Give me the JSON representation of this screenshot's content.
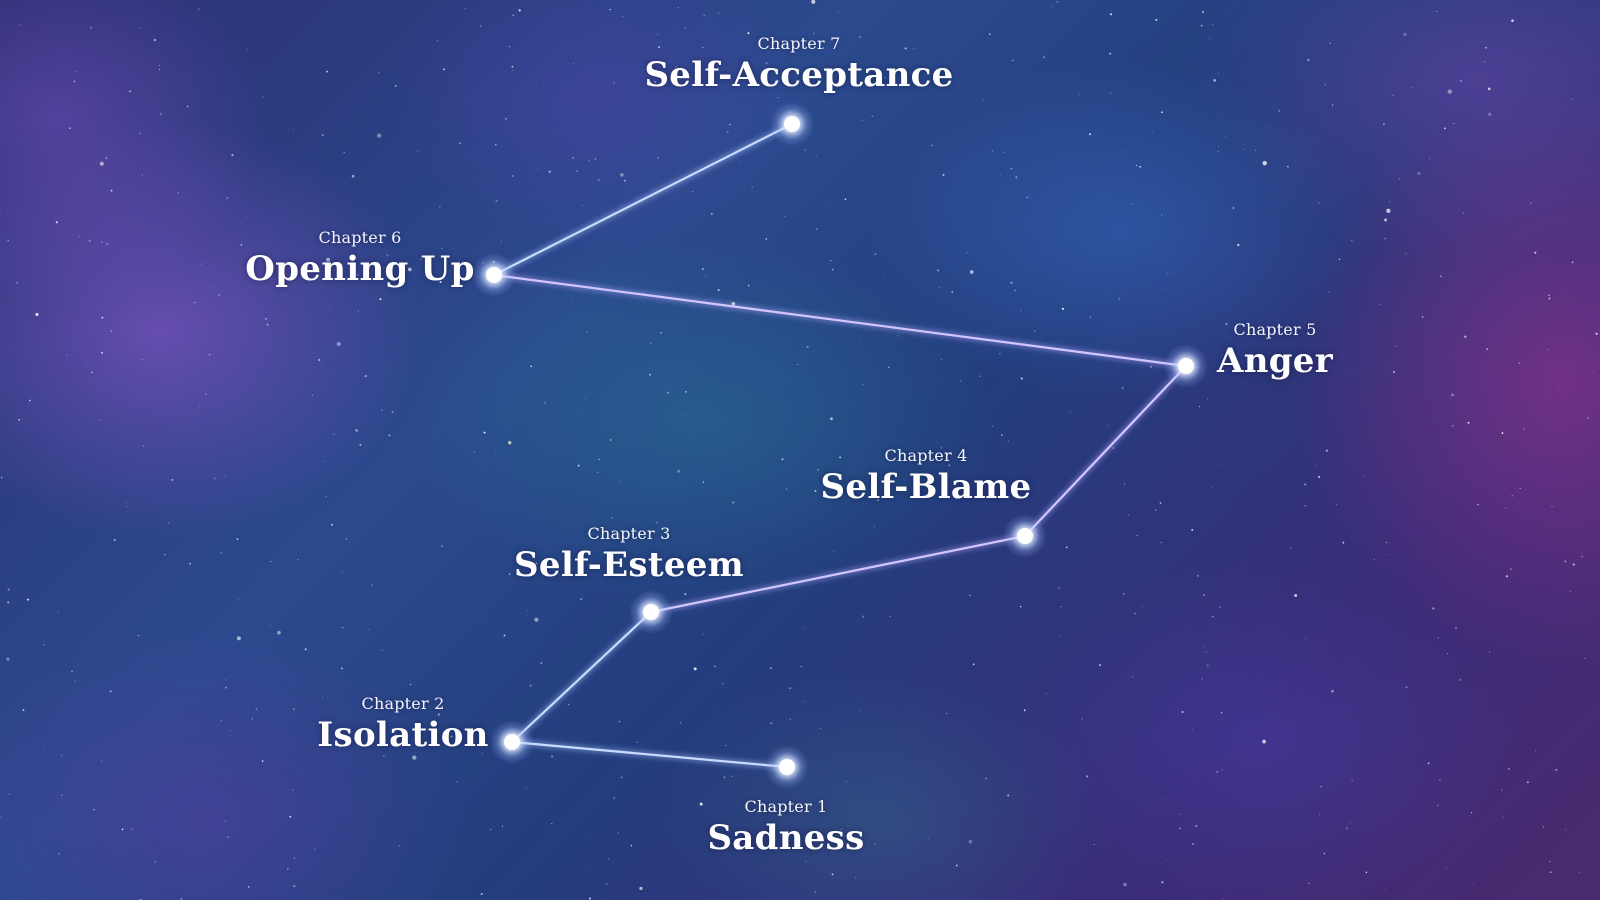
{
  "colors": {
    "line": "#b9d0ff",
    "line_alt": "#c7b2ff",
    "star_core": "#ffffff",
    "star_glow": "#cfe0ff",
    "text": "#ffffff"
  },
  "constellation": {
    "nodes": [
      {
        "id": "sadness",
        "chapter": "Chapter 1",
        "name": "Sadness"
      },
      {
        "id": "isolation",
        "chapter": "Chapter 2",
        "name": "Isolation"
      },
      {
        "id": "self-esteem",
        "chapter": "Chapter 3",
        "name": "Self-Esteem"
      },
      {
        "id": "self-blame",
        "chapter": "Chapter 4",
        "name": "Self-Blame"
      },
      {
        "id": "anger",
        "chapter": "Chapter 5",
        "name": "Anger"
      },
      {
        "id": "opening-up",
        "chapter": "Chapter 6",
        "name": "Opening Up"
      },
      {
        "id": "self-acceptance",
        "chapter": "Chapter 7",
        "name": "Self-Acceptance"
      }
    ]
  }
}
